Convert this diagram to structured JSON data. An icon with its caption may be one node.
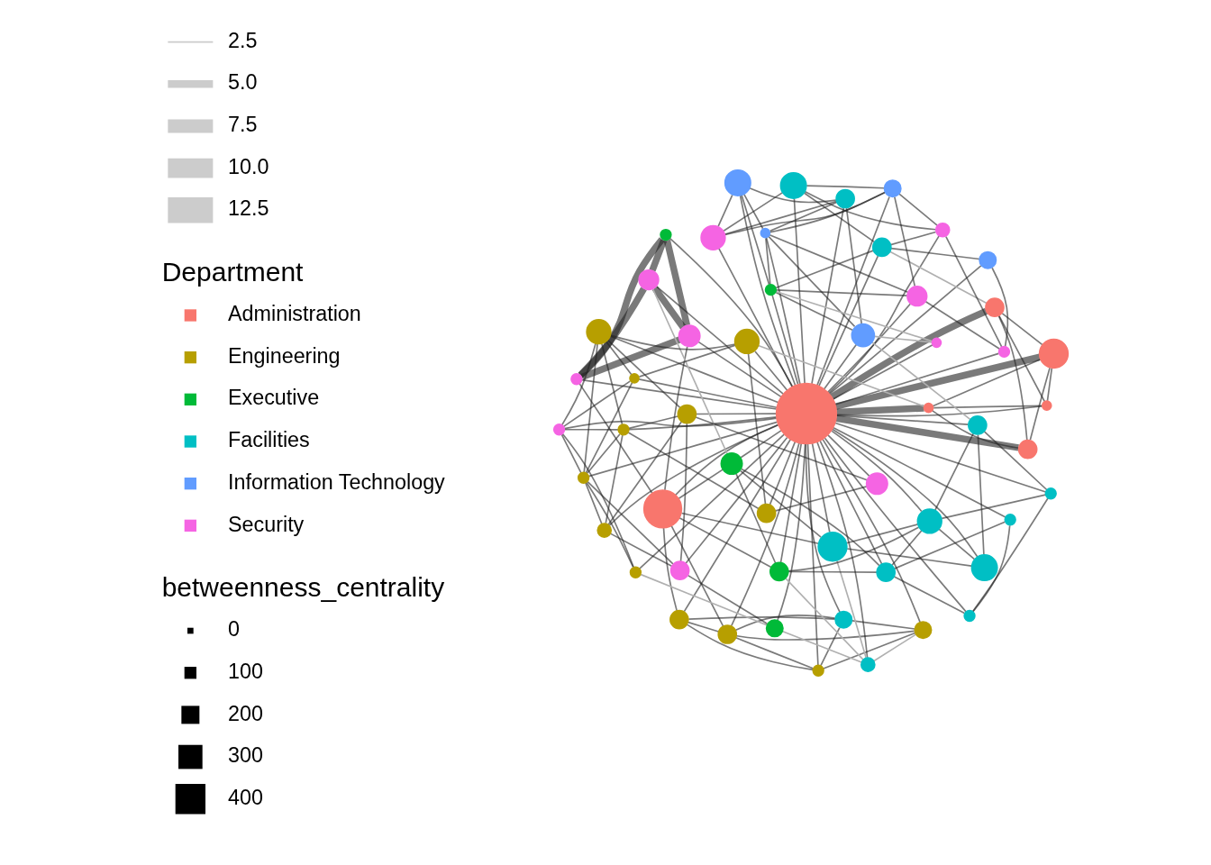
{
  "diagram": {
    "nodes": [
      {
        "text": [],
        "shape": "circle"
      },
      {
        "text": [],
        "shape": "circle"
      },
      {
        "text": [],
        "shape": "circle"
      },
      {
        "text": [],
        "shape": "circle"
      },
      {
        "text": [],
        "shape": "circle"
      },
      {
        "text": [],
        "shape": "circle"
      },
      {
        "text": [],
        "shape": "circle"
      },
      {
        "text": [],
        "shape": "circle"
      },
      {
        "text": [],
        "shape": "circle"
      },
      {
        "text": [],
        "shape": "circle"
      },
      {
        "text": [],
        "shape": "circle"
      },
      {
        "text": [],
        "shape": "circle"
      },
      {
        "text": [],
        "shape": "circle"
      },
      {
        "text": [],
        "shape": "circle"
      },
      {
        "text": [],
        "shape": "circle"
      },
      {
        "text": [],
        "shape": "circle"
      },
      {
        "text": [],
        "shape": "circle"
      },
      {
        "text": [],
        "shape": "circle"
      },
      {
        "text": [],
        "shape": "circle"
      },
      {
        "text": [],
        "shape": "circle"
      },
      {
        "text": [],
        "shape": "circle"
      },
      {
        "text": [],
        "shape": "circle"
      },
      {
        "text": [],
        "shape": "circle"
      },
      {
        "text": [],
        "shape": "circle"
      },
      {
        "text": [],
        "shape": "circle"
      },
      {
        "text": [],
        "shape": "circle"
      },
      {
        "text": [],
        "shape": "circle"
      },
      {
        "text": [],
        "shape": "circle"
      },
      {
        "text": [],
        "shape": "circle"
      },
      {
        "text": [],
        "shape": "circle"
      },
      {
        "text": [],
        "shape": "circle"
      },
      {
        "text": [],
        "shape": "circle"
      },
      {
        "text": [],
        "shape": "circle"
      },
      {
        "text": [],
        "shape": "circle"
      },
      {
        "text": [],
        "shape": "circle"
      },
      {
        "text": [],
        "shape": "circle"
      },
      {
        "text": [],
        "shape": "circle"
      },
      {
        "text": [],
        "shape": "circle"
      },
      {
        "text": [],
        "shape": "circle"
      },
      {
        "text": [],
        "shape": "circle"
      },
      {
        "text": [],
        "shape": "circle"
      },
      {
        "text": [],
        "shape": "circle"
      },
      {
        "text": [],
        "shape": "circle"
      },
      {
        "text": [],
        "shape": "circle"
      },
      {
        "text": [],
        "shape": "circle"
      },
      {
        "text": [],
        "shape": "circle"
      },
      {
        "text": [],
        "shape": "circle"
      },
      {
        "text": [],
        "shape": "circle"
      },
      {
        "text": [],
        "shape": "circle"
      },
      {
        "text": [],
        "shape": "circle"
      },
      {
        "text": [],
        "shape": "circle"
      },
      {
        "text": [],
        "shape": "circle"
      },
      {
        "text": [],
        "shape": "circle"
      },
      {
        "text": [],
        "shape": "circle"
      }
    ],
    "edges": [
      {
        "from": 0,
        "to": 1,
        "arrow": "none"
      },
      {
        "from": 0,
        "to": 2,
        "arrow": "none"
      },
      {
        "from": 0,
        "to": 3,
        "arrow": "none"
      },
      {
        "from": 0,
        "to": 4,
        "arrow": "none"
      },
      {
        "from": 0,
        "to": 5,
        "arrow": "none"
      },
      {
        "from": 0,
        "to": 6,
        "arrow": "none"
      },
      {
        "from": 0,
        "to": 7,
        "arrow": "none"
      },
      {
        "from": 0,
        "to": 8,
        "arrow": "none"
      },
      {
        "from": 0,
        "to": 9,
        "arrow": "none"
      },
      {
        "from": 0,
        "to": 10,
        "arrow": "none"
      },
      {
        "from": 0,
        "to": 11,
        "arrow": "none"
      },
      {
        "from": 0,
        "to": 12,
        "arrow": "none"
      },
      {
        "from": 0,
        "to": 13,
        "arrow": "none"
      },
      {
        "from": 0,
        "to": 14,
        "arrow": "none"
      },
      {
        "from": 0,
        "to": 15,
        "arrow": "none"
      },
      {
        "from": 0,
        "to": 16,
        "arrow": "none"
      },
      {
        "from": 0,
        "to": 17,
        "arrow": "none"
      },
      {
        "from": 0,
        "to": 18,
        "arrow": "none"
      },
      {
        "from": 0,
        "to": 19,
        "arrow": "none"
      },
      {
        "from": 0,
        "to": 20,
        "arrow": "none"
      },
      {
        "from": 0,
        "to": 21,
        "arrow": "none"
      },
      {
        "from": 0,
        "to": 22,
        "arrow": "none"
      },
      {
        "from": 0,
        "to": 23,
        "arrow": "none"
      },
      {
        "from": 0,
        "to": 24,
        "arrow": "none"
      },
      {
        "from": 0,
        "to": 25,
        "arrow": "none"
      },
      {
        "from": 0,
        "to": 26,
        "arrow": "none"
      },
      {
        "from": 0,
        "to": 27,
        "arrow": "none"
      },
      {
        "from": 0,
        "to": 28,
        "arrow": "none"
      },
      {
        "from": 0,
        "to": 29,
        "arrow": "none"
      },
      {
        "from": 0,
        "to": 30,
        "arrow": "none"
      },
      {
        "from": 0,
        "to": 31,
        "arrow": "none"
      },
      {
        "from": 0,
        "to": 32,
        "arrow": "none"
      },
      {
        "from": 0,
        "to": 33,
        "arrow": "none"
      },
      {
        "from": 0,
        "to": 34,
        "arrow": "none"
      },
      {
        "from": 0,
        "to": 35,
        "arrow": "none",
        "style": "thick"
      },
      {
        "from": 0,
        "to": 36,
        "arrow": "none"
      },
      {
        "from": 0,
        "to": 37,
        "arrow": "none",
        "style": "thick"
      },
      {
        "from": 0,
        "to": 38,
        "arrow": "none",
        "style": "thick"
      },
      {
        "from": 0,
        "to": 39,
        "arrow": "none",
        "style": "thick"
      },
      {
        "from": 0,
        "to": 40,
        "arrow": "none"
      },
      {
        "from": 0,
        "to": 41,
        "arrow": "none"
      },
      {
        "from": 0,
        "to": 42,
        "arrow": "none"
      },
      {
        "from": 0,
        "to": 43,
        "arrow": "none"
      },
      {
        "from": 0,
        "to": 44,
        "arrow": "none"
      },
      {
        "from": 0,
        "to": 45,
        "arrow": "none"
      },
      {
        "from": 0,
        "to": 46,
        "arrow": "none"
      },
      {
        "from": 0,
        "to": 47,
        "arrow": "none"
      },
      {
        "from": 0,
        "to": 48,
        "arrow": "none"
      },
      {
        "from": 0,
        "to": 49,
        "arrow": "none"
      },
      {
        "from": 0,
        "to": 50,
        "arrow": "none"
      },
      {
        "from": 0,
        "to": 51,
        "arrow": "none"
      },
      {
        "from": 0,
        "to": 52,
        "arrow": "none"
      },
      {
        "from": 0,
        "to": 53,
        "arrow": "none"
      },
      {
        "from": 1,
        "to": 5,
        "arrow": "none"
      },
      {
        "from": 1,
        "to": 6,
        "arrow": "none"
      },
      {
        "from": 1,
        "to": 7,
        "arrow": "none"
      },
      {
        "from": 1,
        "to": 10,
        "arrow": "none"
      },
      {
        "from": 1,
        "to": 25,
        "arrow": "none"
      },
      {
        "from": 1,
        "to": 26,
        "arrow": "none"
      },
      {
        "from": 1,
        "to": 27,
        "arrow": "none"
      },
      {
        "from": 2,
        "to": 3,
        "arrow": "none"
      },
      {
        "from": 2,
        "to": 4,
        "arrow": "none"
      },
      {
        "from": 2,
        "to": 5,
        "arrow": "none"
      },
      {
        "from": 2,
        "to": 6,
        "arrow": "none"
      },
      {
        "from": 3,
        "to": 4,
        "arrow": "none"
      },
      {
        "from": 3,
        "to": 5,
        "arrow": "none"
      },
      {
        "from": 3,
        "to": 6,
        "arrow": "none"
      },
      {
        "from": 4,
        "to": 6,
        "arrow": "none"
      },
      {
        "from": 5,
        "to": 6,
        "arrow": "none"
      },
      {
        "from": 4,
        "to": 24,
        "arrow": "none",
        "color": "#b0b0b0"
      },
      {
        "from": 7,
        "to": 8,
        "arrow": "none",
        "style": "thick"
      },
      {
        "from": 7,
        "to": 9,
        "arrow": "none",
        "style": "thick"
      },
      {
        "from": 7,
        "to": 10,
        "arrow": "none",
        "style": "thick"
      },
      {
        "from": 8,
        "to": 9,
        "arrow": "none",
        "style": "thick"
      },
      {
        "from": 8,
        "to": 10,
        "arrow": "none",
        "style": "thick"
      },
      {
        "from": 9,
        "to": 10,
        "arrow": "none",
        "style": "thick"
      },
      {
        "from": 9,
        "to": 25,
        "arrow": "none",
        "color": "#b0b0b0"
      },
      {
        "from": 11,
        "to": 12,
        "arrow": "none",
        "color": "#b0b0b0"
      },
      {
        "from": 11,
        "to": 13,
        "arrow": "none"
      },
      {
        "from": 11,
        "to": 15,
        "arrow": "none"
      },
      {
        "from": 13,
        "to": 14,
        "arrow": "none"
      },
      {
        "from": 13,
        "to": 15,
        "arrow": "none"
      },
      {
        "from": 13,
        "to": 16,
        "arrow": "none"
      },
      {
        "from": 13,
        "to": 17,
        "arrow": "none"
      },
      {
        "from": 13,
        "to": 19,
        "arrow": "none"
      },
      {
        "from": 13,
        "to": 21,
        "arrow": "none"
      },
      {
        "from": 14,
        "to": 16,
        "arrow": "none"
      },
      {
        "from": 14,
        "to": 17,
        "arrow": "none"
      },
      {
        "from": 14,
        "to": 18,
        "arrow": "none"
      },
      {
        "from": 15,
        "to": 16,
        "arrow": "none"
      },
      {
        "from": 15,
        "to": 19,
        "arrow": "none"
      },
      {
        "from": 15,
        "to": 21,
        "arrow": "none"
      },
      {
        "from": 16,
        "to": 18,
        "arrow": "none"
      },
      {
        "from": 16,
        "to": 19,
        "arrow": "none"
      },
      {
        "from": 16,
        "to": 22,
        "arrow": "none"
      },
      {
        "from": 17,
        "to": 18,
        "arrow": "none"
      },
      {
        "from": 17,
        "to": 12,
        "arrow": "none"
      },
      {
        "from": 18,
        "to": 19,
        "arrow": "none"
      },
      {
        "from": 18,
        "to": 20,
        "arrow": "none"
      },
      {
        "from": 19,
        "to": 21,
        "arrow": "none"
      },
      {
        "from": 19,
        "to": 23,
        "arrow": "none"
      },
      {
        "from": 20,
        "to": 22,
        "arrow": "none"
      },
      {
        "from": 21,
        "to": 23,
        "arrow": "none"
      },
      {
        "from": 22,
        "to": 23,
        "arrow": "none"
      },
      {
        "from": 12,
        "to": 24,
        "arrow": "none",
        "color": "#b0b0b0"
      },
      {
        "from": 23,
        "to": 35,
        "arrow": "none",
        "color": "#b0b0b0"
      },
      {
        "from": 24,
        "to": 27,
        "arrow": "none",
        "color": "#b0b0b0"
      },
      {
        "from": 24,
        "to": 26,
        "arrow": "none",
        "color": "#b0b0b0"
      },
      {
        "from": 25,
        "to": 26,
        "arrow": "none"
      },
      {
        "from": 25,
        "to": 27,
        "arrow": "none"
      },
      {
        "from": 25,
        "to": 28,
        "arrow": "none"
      },
      {
        "from": 26,
        "to": 28,
        "arrow": "none"
      },
      {
        "from": 26,
        "to": 30,
        "arrow": "none"
      },
      {
        "from": 27,
        "to": 29,
        "arrow": "none"
      },
      {
        "from": 27,
        "to": 30,
        "arrow": "none"
      },
      {
        "from": 28,
        "to": 30,
        "arrow": "none"
      },
      {
        "from": 28,
        "to": 31,
        "arrow": "none"
      },
      {
        "from": 28,
        "to": 33,
        "arrow": "none"
      },
      {
        "from": 29,
        "to": 30,
        "arrow": "none"
      },
      {
        "from": 29,
        "to": 32,
        "arrow": "none"
      },
      {
        "from": 30,
        "to": 32,
        "arrow": "none"
      },
      {
        "from": 30,
        "to": 34,
        "arrow": "none"
      },
      {
        "from": 31,
        "to": 33,
        "arrow": "none"
      },
      {
        "from": 32,
        "to": 34,
        "arrow": "none"
      },
      {
        "from": 33,
        "to": 34,
        "arrow": "none"
      },
      {
        "from": 35,
        "to": 36,
        "arrow": "none"
      },
      {
        "from": 35,
        "to": 37,
        "arrow": "none"
      },
      {
        "from": 35,
        "to": 38,
        "arrow": "none"
      },
      {
        "from": 36,
        "to": 38,
        "arrow": "none"
      },
      {
        "from": 36,
        "to": 39,
        "arrow": "none"
      },
      {
        "from": 37,
        "to": 38,
        "arrow": "none"
      },
      {
        "from": 38,
        "to": 39,
        "arrow": "none"
      },
      {
        "from": 37,
        "to": 39,
        "arrow": "none"
      },
      {
        "from": 39,
        "to": 48,
        "arrow": "none",
        "color": "#b0b0b0"
      },
      {
        "from": 40,
        "to": 41,
        "arrow": "none"
      },
      {
        "from": 40,
        "to": 42,
        "arrow": "none"
      },
      {
        "from": 40,
        "to": 46,
        "arrow": "none"
      },
      {
        "from": 40,
        "to": 49,
        "arrow": "none"
      },
      {
        "from": 41,
        "to": 42,
        "arrow": "none"
      },
      {
        "from": 41,
        "to": 43,
        "arrow": "none"
      },
      {
        "from": 41,
        "to": 45,
        "arrow": "none"
      },
      {
        "from": 42,
        "to": 44,
        "arrow": "none"
      },
      {
        "from": 42,
        "to": 46,
        "arrow": "none"
      },
      {
        "from": 43,
        "to": 45,
        "arrow": "none"
      },
      {
        "from": 43,
        "to": 47,
        "arrow": "none"
      },
      {
        "from": 43,
        "to": 48,
        "arrow": "none"
      },
      {
        "from": 44,
        "to": 46,
        "arrow": "none"
      },
      {
        "from": 44,
        "to": 49,
        "arrow": "none"
      },
      {
        "from": 45,
        "to": 46,
        "arrow": "none"
      },
      {
        "from": 45,
        "to": 47,
        "arrow": "none"
      },
      {
        "from": 45,
        "to": 50,
        "arrow": "none"
      },
      {
        "from": 46,
        "to": 49,
        "arrow": "none"
      },
      {
        "from": 46,
        "to": 50,
        "arrow": "none"
      },
      {
        "from": 47,
        "to": 48,
        "arrow": "none"
      },
      {
        "from": 47,
        "to": 52,
        "arrow": "none"
      },
      {
        "from": 48,
        "to": 49,
        "arrow": "none"
      },
      {
        "from": 48,
        "to": 51,
        "arrow": "none"
      },
      {
        "from": 49,
        "to": 50,
        "arrow": "none"
      },
      {
        "from": 50,
        "to": 52,
        "arrow": "none"
      },
      {
        "from": 51,
        "to": 52,
        "arrow": "none"
      },
      {
        "from": 44,
        "to": 32,
        "arrow": "none",
        "color": "#b0b0b0"
      },
      {
        "from": 53,
        "to": 44,
        "arrow": "none",
        "color": "#b0b0b0"
      },
      {
        "from": 53,
        "to": 49,
        "arrow": "none",
        "color": "#b0b0b0"
      }
    ],
    "labels": [
      "Department",
      "betweenness_centrality"
    ],
    "legend": [
      {
        "text": "2.5"
      },
      {
        "text": "5.0"
      },
      {
        "text": "7.5"
      },
      {
        "text": "10.0"
      },
      {
        "text": "12.5"
      },
      {
        "text": "Administration",
        "color": "#f8766d"
      },
      {
        "text": "Engineering",
        "color": "#b79f00"
      },
      {
        "text": "Executive",
        "color": "#00ba38"
      },
      {
        "text": "Facilities",
        "color": "#00bfc4"
      },
      {
        "text": "Information Technology",
        "color": "#619cff"
      },
      {
        "text": "Security",
        "color": "#f564e3"
      },
      {
        "text": "0"
      },
      {
        "text": "100"
      },
      {
        "text": "200"
      },
      {
        "text": "300"
      },
      {
        "text": "400"
      }
    ]
  }
}
